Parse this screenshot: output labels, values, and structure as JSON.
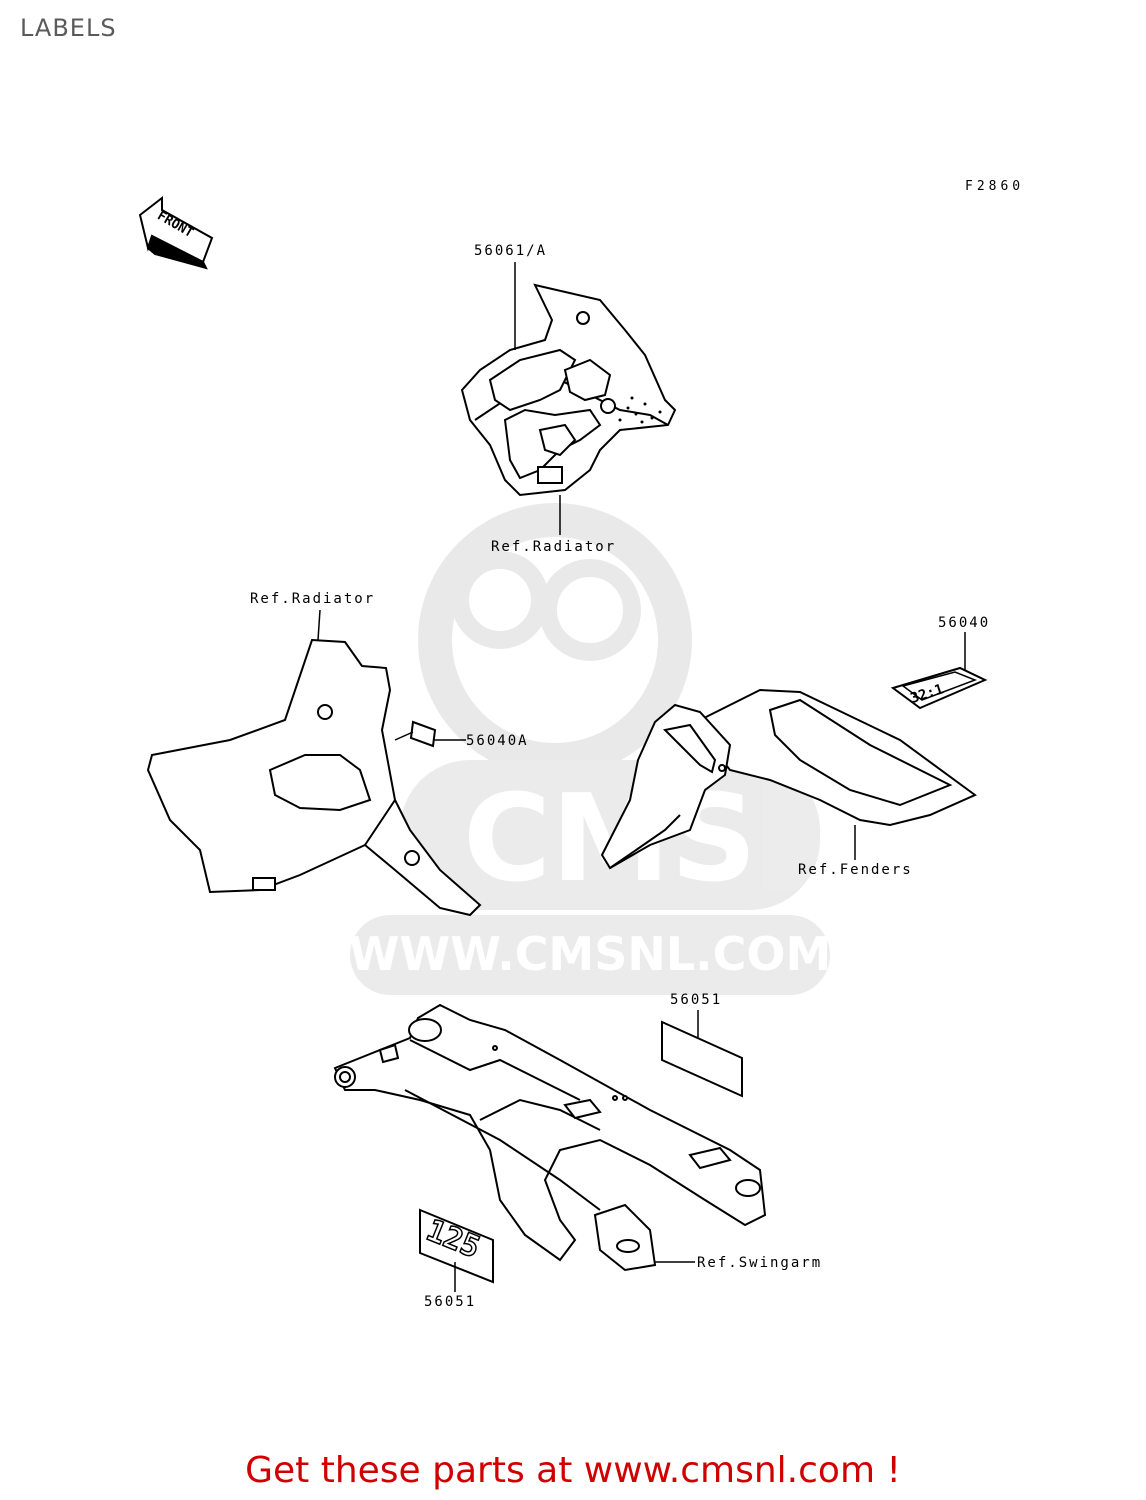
{
  "header": {
    "title": "LABELS"
  },
  "figure_code": "F2860",
  "front_arrow_label": "FRONT",
  "parts": [
    {
      "part_no": "56061/A"
    },
    {
      "part_no": "56040"
    },
    {
      "part_no": "56040A"
    },
    {
      "part_no": "56051"
    },
    {
      "part_no": "56051"
    }
  ],
  "references": [
    {
      "label": "Ref.Radiator"
    },
    {
      "label": "Ref.Radiator"
    },
    {
      "label": "Ref.Fenders"
    },
    {
      "label": "Ref.Swingarm"
    }
  ],
  "decal_texts": {
    "ratio": "32:1",
    "number": "125"
  },
  "watermark": {
    "brand": "CMS",
    "url": "WWW.CMSNL.COM"
  },
  "footer": {
    "cta": "Get these parts at www.cmsnl.com !"
  }
}
